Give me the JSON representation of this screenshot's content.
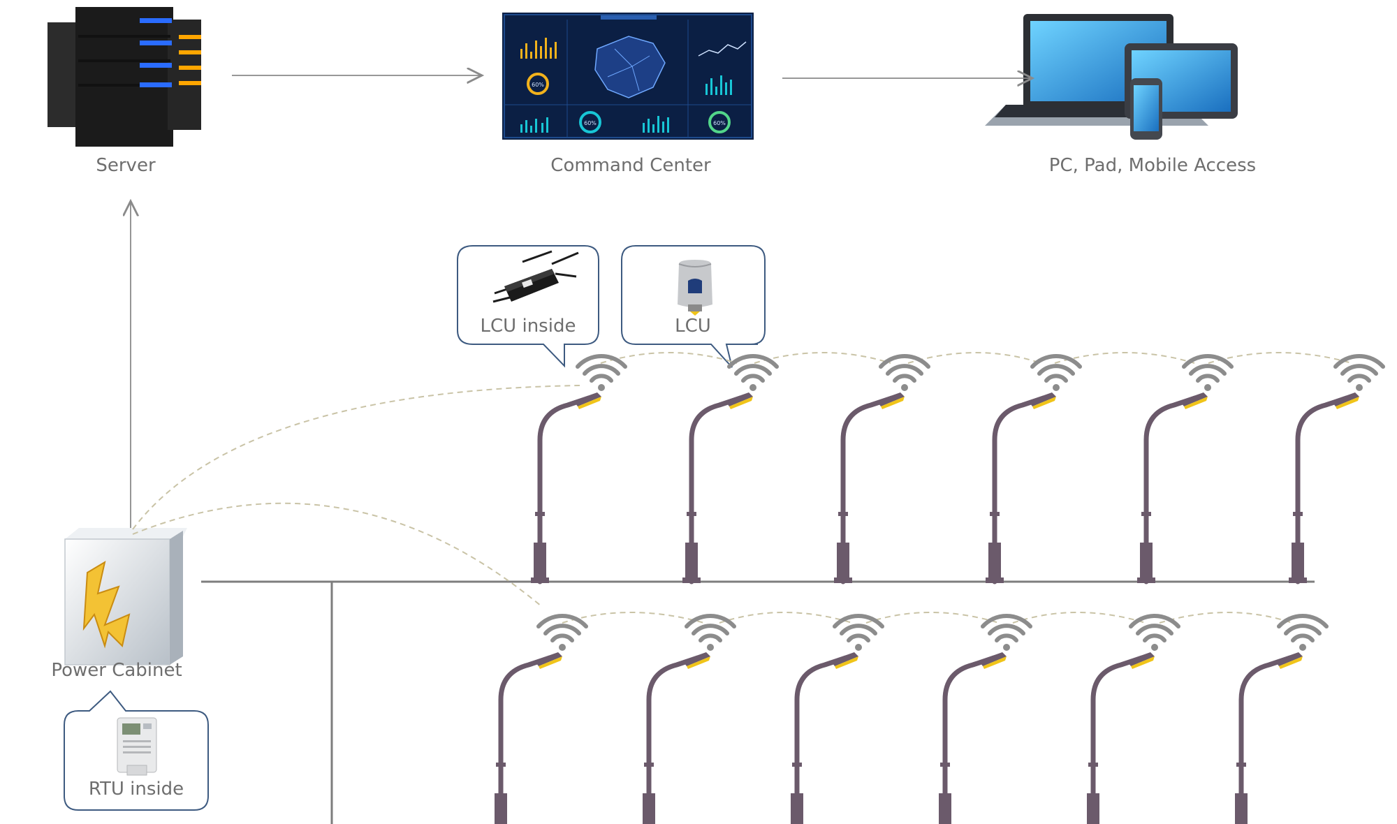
{
  "labels": {
    "server": "Server",
    "command_center": "Command Center",
    "access": "PC, Pad, Mobile Access",
    "lcu_inside": "LCU inside",
    "lcu": "LCU",
    "power_cabinet": "Power Cabinet",
    "rtu_inside": "RTU inside"
  },
  "dashboard": {
    "gauge_1": "60%",
    "gauge_2": "60%",
    "gauge_3": "60%"
  },
  "colors": {
    "arrow": "#8a8a8a",
    "pole": "#6b5a6b",
    "lamp": "#f0c419",
    "wifi": "#8c8c8c",
    "wire": "#7d7d7d",
    "dashed_link": "#c9c3a6",
    "callout_border": "#3d5a80",
    "dashboard_bg": "#0b1f44",
    "dashboard_accent": "#f2b21c",
    "server_body": "#1b1b1b",
    "server_led_blue": "#2a6cff",
    "server_led_orange": "#ffa600"
  }
}
